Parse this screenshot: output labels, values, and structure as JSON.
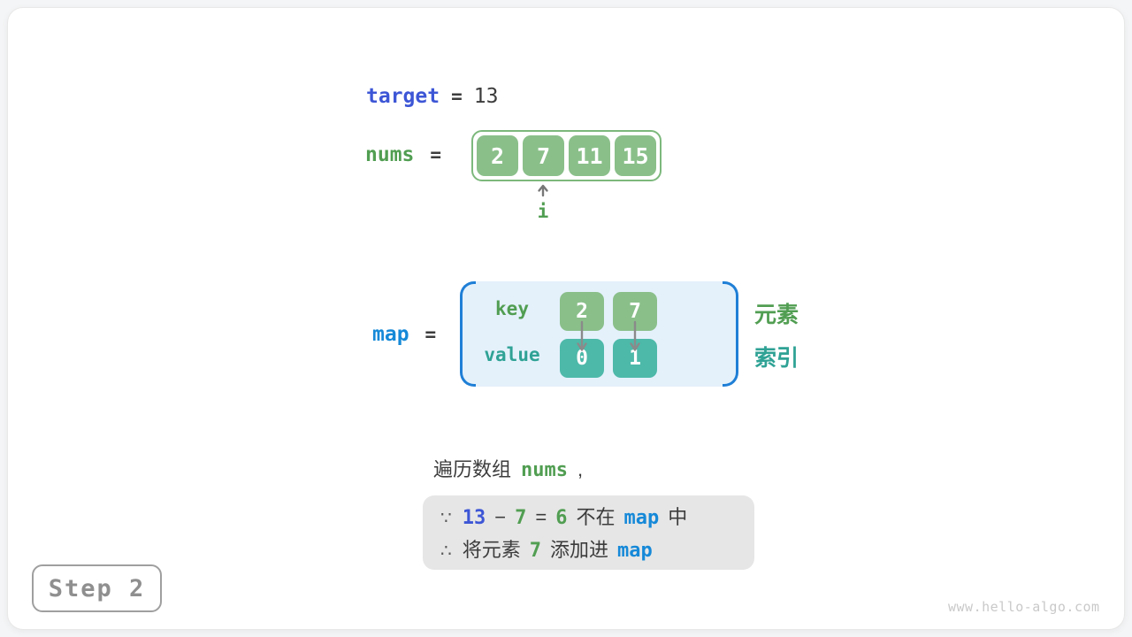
{
  "colors": {
    "indigo": "#3d56d6",
    "blue": "#1689d8",
    "green": "#519e52",
    "teal": "#2fa295",
    "green_fill": "#8abf8a",
    "green_border": "#7cb87c",
    "teal_fill": "#4db9a9",
    "bracket_blue": "#1f7fd6",
    "map_fill": "#e4f1fb",
    "note_bg": "#e6e6e6",
    "dark_text": "#3c3c3c",
    "muted_gray": "#8f8f8f"
  },
  "target": {
    "label": "target",
    "equals": "=",
    "value": "13"
  },
  "nums": {
    "label": "nums",
    "equals": "=",
    "values": [
      "2",
      "7",
      "11",
      "15"
    ],
    "pointer": "i"
  },
  "map": {
    "label": "map",
    "equals": "=",
    "key_label": "key",
    "value_label": "value",
    "keys": [
      "2",
      "7"
    ],
    "values": [
      "0",
      "1"
    ],
    "element_label": "元素",
    "index_label": "索引"
  },
  "caption": {
    "text": "遍历数组",
    "code": "nums",
    "comma": ","
  },
  "note": {
    "line1": {
      "mark": "∵",
      "minuend": "13",
      "minus": "−",
      "subtrahend": "7",
      "equals": "=",
      "difference": "6",
      "text_a": "不在",
      "code": "map",
      "text_b": "中"
    },
    "line2": {
      "mark": "∴",
      "text_a": "将元素",
      "value": "7",
      "text_b": "添加进",
      "code": "map"
    }
  },
  "footer": {
    "step": "Step 2",
    "watermark": "www.hello-algo.com"
  }
}
